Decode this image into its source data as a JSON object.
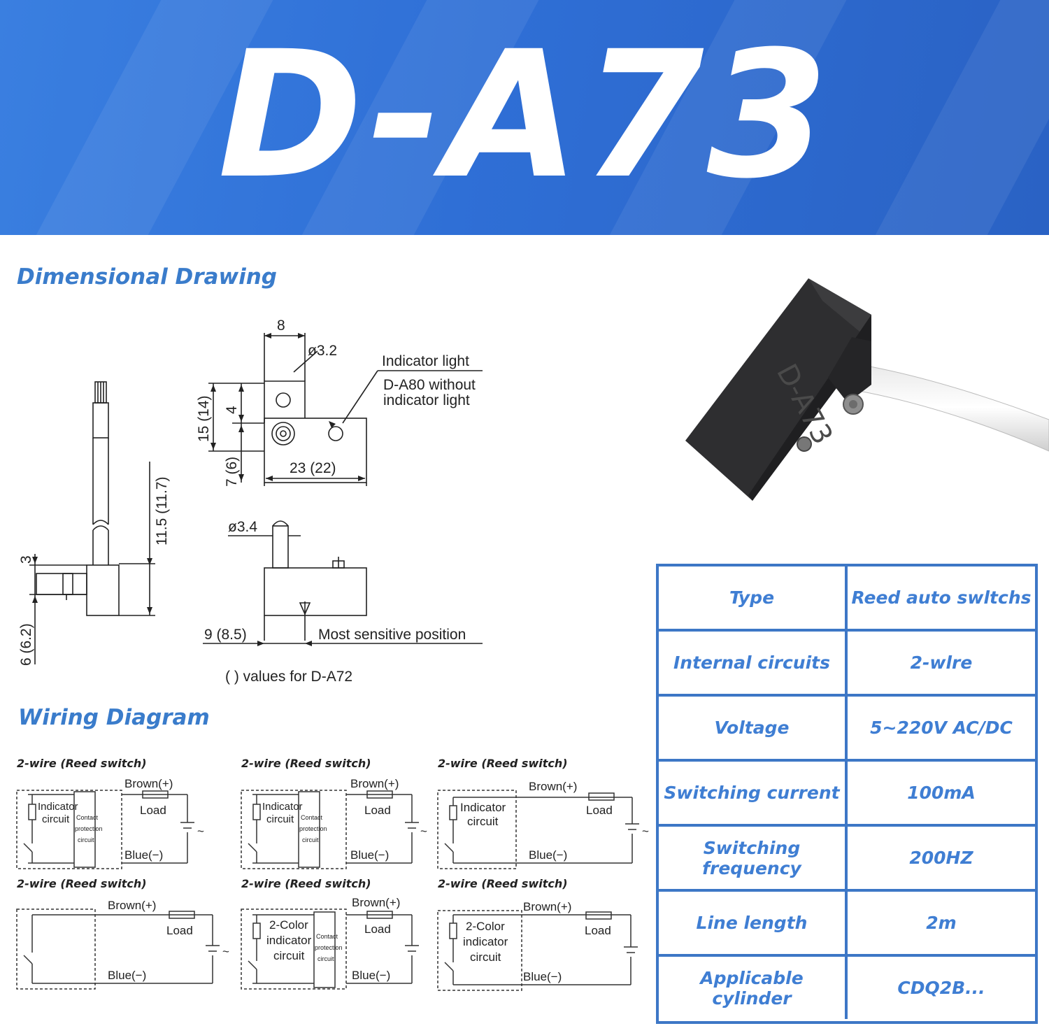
{
  "banner": {
    "title": "D-A73"
  },
  "sections": {
    "dimensional": "Dimensional Drawing",
    "wiring": "Wiring Diagram"
  },
  "drawing": {
    "dim_8": "8",
    "dim_hole_top": "ø3.2",
    "indicator_light": "Indicator light",
    "d_a80_line1": "D-A80 without",
    "d_a80_line2": "indicator light",
    "dim_15": "15 (14)",
    "dim_4": "4",
    "dim_7": "7 (6)",
    "dim_23": "23 (22)",
    "dim_11_5": "11.5 (11.7)",
    "dim_3": "3",
    "dim_6": "6 (6.2)",
    "dim_hole_pin": "ø3.4",
    "dim_9": "9 (8.5)",
    "most_sensitive": "Most sensitive position",
    "values_note": "( ) values for D-A72"
  },
  "product": {
    "engraving": "D-A73"
  },
  "specs": [
    {
      "label": "Type",
      "value": "Reed auto swltchs"
    },
    {
      "label": "Internal circuits",
      "value": "2-wlre"
    },
    {
      "label": "Voltage",
      "value": "5~220V AC/DC"
    },
    {
      "label": "Switching current",
      "value": "100mA"
    },
    {
      "label": "Switching frequency",
      "value": "200HZ"
    },
    {
      "label": "Line length",
      "value": "2m"
    },
    {
      "label": "Applicable cylinder",
      "value": "CDQ2B..."
    }
  ],
  "wiring": {
    "heading": "2-wire (Reed switch)",
    "brown": "Brown(+)",
    "blue": "Blue(−)",
    "load": "Load",
    "ac": "~",
    "indicator_l1": "Indicator",
    "indicator_l2": "circuit",
    "contact_l1": "Contact",
    "contact_l2": "protection",
    "contact_l3": "circuit",
    "color_l1": "2-Color",
    "color_l2": "indicator",
    "color_l3": "circuit"
  }
}
